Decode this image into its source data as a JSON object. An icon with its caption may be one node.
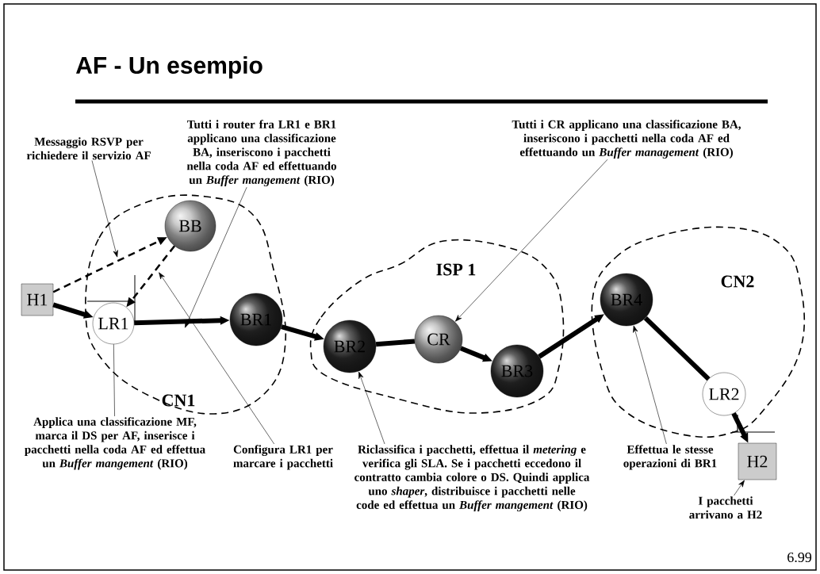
{
  "diagram": {
    "title": "AF - Un esempio",
    "nodes": [
      {
        "text": [
          "CN1"
        ]
      },
      {
        "text": [
          "ISP 1"
        ]
      },
      {
        "text": [
          "CN2"
        ]
      },
      {
        "text": [
          "H1"
        ]
      },
      {
        "text": [
          "BB"
        ],
        "in": 0
      },
      {
        "text": [
          "LR1"
        ],
        "in": 0
      },
      {
        "text": [
          "BR1"
        ],
        "in": 0
      },
      {
        "text": [
          "BR2"
        ],
        "in": 1
      },
      {
        "text": [
          "CR"
        ],
        "in": 1
      },
      {
        "text": [
          "BR3"
        ],
        "in": 1
      },
      {
        "text": [
          "BR4"
        ],
        "in": 2
      },
      {
        "text": [
          "LR2"
        ],
        "in": 2
      },
      {
        "text": [
          "H2"
        ]
      },
      {
        "text": [
          "Messaggio RSVP per richiedere il servizio AF"
        ]
      },
      {
        "text": [
          "Tutti i router fra LR1 e BR1 applicano una classificazione BA, inseriscono i pacchetti nella coda AF ed effettuando un *Buffer mangement* (RIO)"
        ]
      },
      {
        "text": [
          "Tutti i CR applicano una classificazione BA, inseriscono i pacchetti nella coda AF ed effettuando un *Buffer management* (RIO)"
        ]
      },
      {
        "text": [
          "Applica una classificazione MF, marca il DS per AF, inserisce i pacchetti nella coda AF ed effettua un *Buffer mangement* (RIO)"
        ]
      },
      {
        "text": [
          "Configura LR1 per marcare i pacchetti"
        ]
      },
      {
        "text": [
          "Riclassifica i pacchetti, effettua il *metering* e verifica gli SLA. Se i pacchetti eccedono il contratto cambia colore o DS. Quindi applica uno *shaper*, distribuisce i pacchetti nelle code ed effettua un *Buffer mangement* (RIO)"
        ]
      },
      {
        "text": [
          "Effettua le stesse operazioni di BR1"
        ]
      },
      {
        "text": [
          "I pacchetti arrivano a H2"
        ]
      }
    ],
    "edges": [
      {
        "from": 3,
        "to": 4,
        "arrow": "to",
        "style": "dashed"
      },
      {
        "from": 4,
        "to": 5,
        "arrow": "to",
        "style": "dashed"
      },
      {
        "from": 3,
        "to": 5,
        "arrow": "to",
        "style": "thick"
      },
      {
        "from": 5,
        "to": 6,
        "arrow": "to",
        "style": "thick"
      },
      {
        "from": 6,
        "to": 7,
        "arrow": "to",
        "style": "thick"
      },
      {
        "from": 7,
        "to": 8,
        "arrow": "none",
        "style": "thick"
      },
      {
        "from": 8,
        "to": 9,
        "arrow": "to",
        "style": "thick"
      },
      {
        "from": 9,
        "to": 10,
        "arrow": "to",
        "style": "thick"
      },
      {
        "from": 10,
        "to": 11,
        "arrow": "none",
        "style": "thick"
      },
      {
        "from": 11,
        "to": 12,
        "arrow": "to",
        "style": "thick"
      },
      {
        "from": 13,
        "to": null,
        "arrow": "to"
      },
      {
        "from": 14,
        "to": null,
        "arrow": "to"
      },
      {
        "from": 15,
        "to": 8,
        "arrow": "to"
      },
      {
        "from": 16,
        "to": 5,
        "arrow": "none"
      },
      {
        "from": 17,
        "to": null,
        "arrow": "to"
      },
      {
        "from": 18,
        "to": 7,
        "arrow": "to"
      },
      {
        "from": 19,
        "to": 10,
        "arrow": "to"
      },
      {
        "from": 20,
        "to": 12,
        "arrow": "to"
      }
    ],
    "labels": [
      "6.99"
    ]
  }
}
